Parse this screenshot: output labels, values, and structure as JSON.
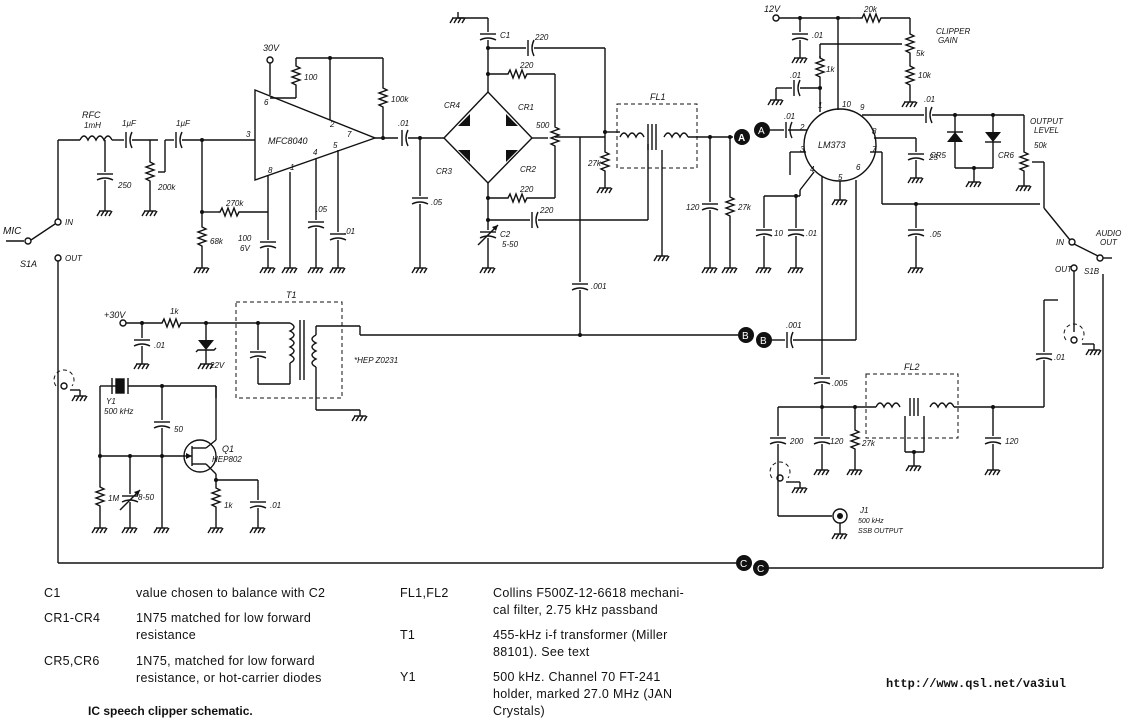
{
  "labels": {
    "mic": "MIC",
    "s1a": "S1A",
    "in1": "IN",
    "out1": "OUT",
    "rfc": "RFC",
    "rfc_val": "1mH",
    "c_1uf_a": "1µF",
    "c_1uf_b": "1µF",
    "c250": "250",
    "r200k": "200k",
    "v30": "30V",
    "r100": "100",
    "r100k": "100k",
    "ic1": "MFC8040",
    "pin6": "6",
    "pin2": "2",
    "pin7": "7",
    "pin3": "3",
    "pin5": "5",
    "pin4": "4",
    "pin8": "8",
    "pin1": "1",
    "r270k": "270k",
    "r68k": "68k",
    "c100": "100",
    "c100v": "6V",
    "c05a": ".05",
    "c01a": ".01",
    "c01b": ".01",
    "c05b": ".05",
    "c1": "C1",
    "c220a": "220",
    "r220a": "220",
    "r220b": "220",
    "c220b": "220",
    "cr4": "CR4",
    "cr1": "CR1",
    "cr3": "CR3",
    "cr2": "CR2",
    "r500": "500",
    "c2": "C2",
    "c2val": "5-50",
    "r27ka": "27k",
    "c001a": ".001",
    "fl1": "FL1",
    "c120a": "120",
    "r27kb": "27k",
    "conA": "A",
    "conB": "B",
    "conC": "C",
    "v12": "12V",
    "c01top": ".01",
    "r20k": "20k",
    "clip1": "CLIPPER",
    "clip2": "GAIN",
    "r5k": "5k",
    "r10k": "10k",
    "r1k": "1k",
    "c01c": ".01",
    "c01d": ".01",
    "c01e": ".01",
    "lm": "LM373",
    "p10": "10",
    "p9": "9",
    "p1": "1",
    "p2": "2",
    "p8": "8",
    "p3": "3",
    "p7": "7",
    "p4": "4",
    "p6": "6",
    "p5": "5",
    "c25": "25",
    "cr5": "CR5",
    "cr6": "CR6",
    "outlvl1": "OUTPUT",
    "outlvl2": "LEVEL",
    "r50k": "50k",
    "c10": "10",
    "c01f": ".01",
    "c05c": ".05",
    "audio1": "AUDIO",
    "audio2": "OUT",
    "in2": "IN",
    "out2": "OUT",
    "s1b": "S1B",
    "v30b": "+30V",
    "r1kb": "1k",
    "c01g": ".01",
    "z22": "22V",
    "t1": "T1",
    "hep": "*HEP Z0231",
    "c001b": ".001",
    "y1": "Y1",
    "y1val": "500 kHz",
    "c50": "50",
    "q1": "Q1",
    "q1val": "HEP802",
    "r1m": "1M",
    "c850": "8-50",
    "r1kc": "1k",
    "c01h": ".01",
    "c005": ".005",
    "fl2": "FL2",
    "c200": "200",
    "c120b": "120",
    "r27kc": "27k",
    "c120c": "120",
    "c01i": ".01",
    "j1": "J1",
    "j1a": "500 kHz",
    "j1b": "SSB OUTPUT"
  },
  "legend": [
    {
      "ref": "C1",
      "desc": [
        "value chosen to balance with C2"
      ]
    },
    {
      "ref": "CR1-CR4",
      "desc": [
        "1N75 matched for low forward",
        "resistance"
      ]
    },
    {
      "ref": "CR5,CR6",
      "desc": [
        "1N75, matched for low forward",
        "resistance, or hot-carrier diodes"
      ]
    },
    {
      "ref": "FL1,FL2",
      "desc": [
        "Collins F500Z-12-6618 mechani-",
        "cal filter, 2.75 kHz passband"
      ]
    },
    {
      "ref": "T1",
      "desc": [
        "455-kHz i-f transformer (Miller",
        "88101). See text"
      ]
    },
    {
      "ref": "Y1",
      "desc": [
        "500 kHz. Channel 70 FT-241",
        "holder, marked 27.0 MHz (JAN",
        "Crystals)"
      ]
    }
  ],
  "caption": "IC speech clipper schematic.",
  "url": "http://www.qsl.net/va3iul"
}
